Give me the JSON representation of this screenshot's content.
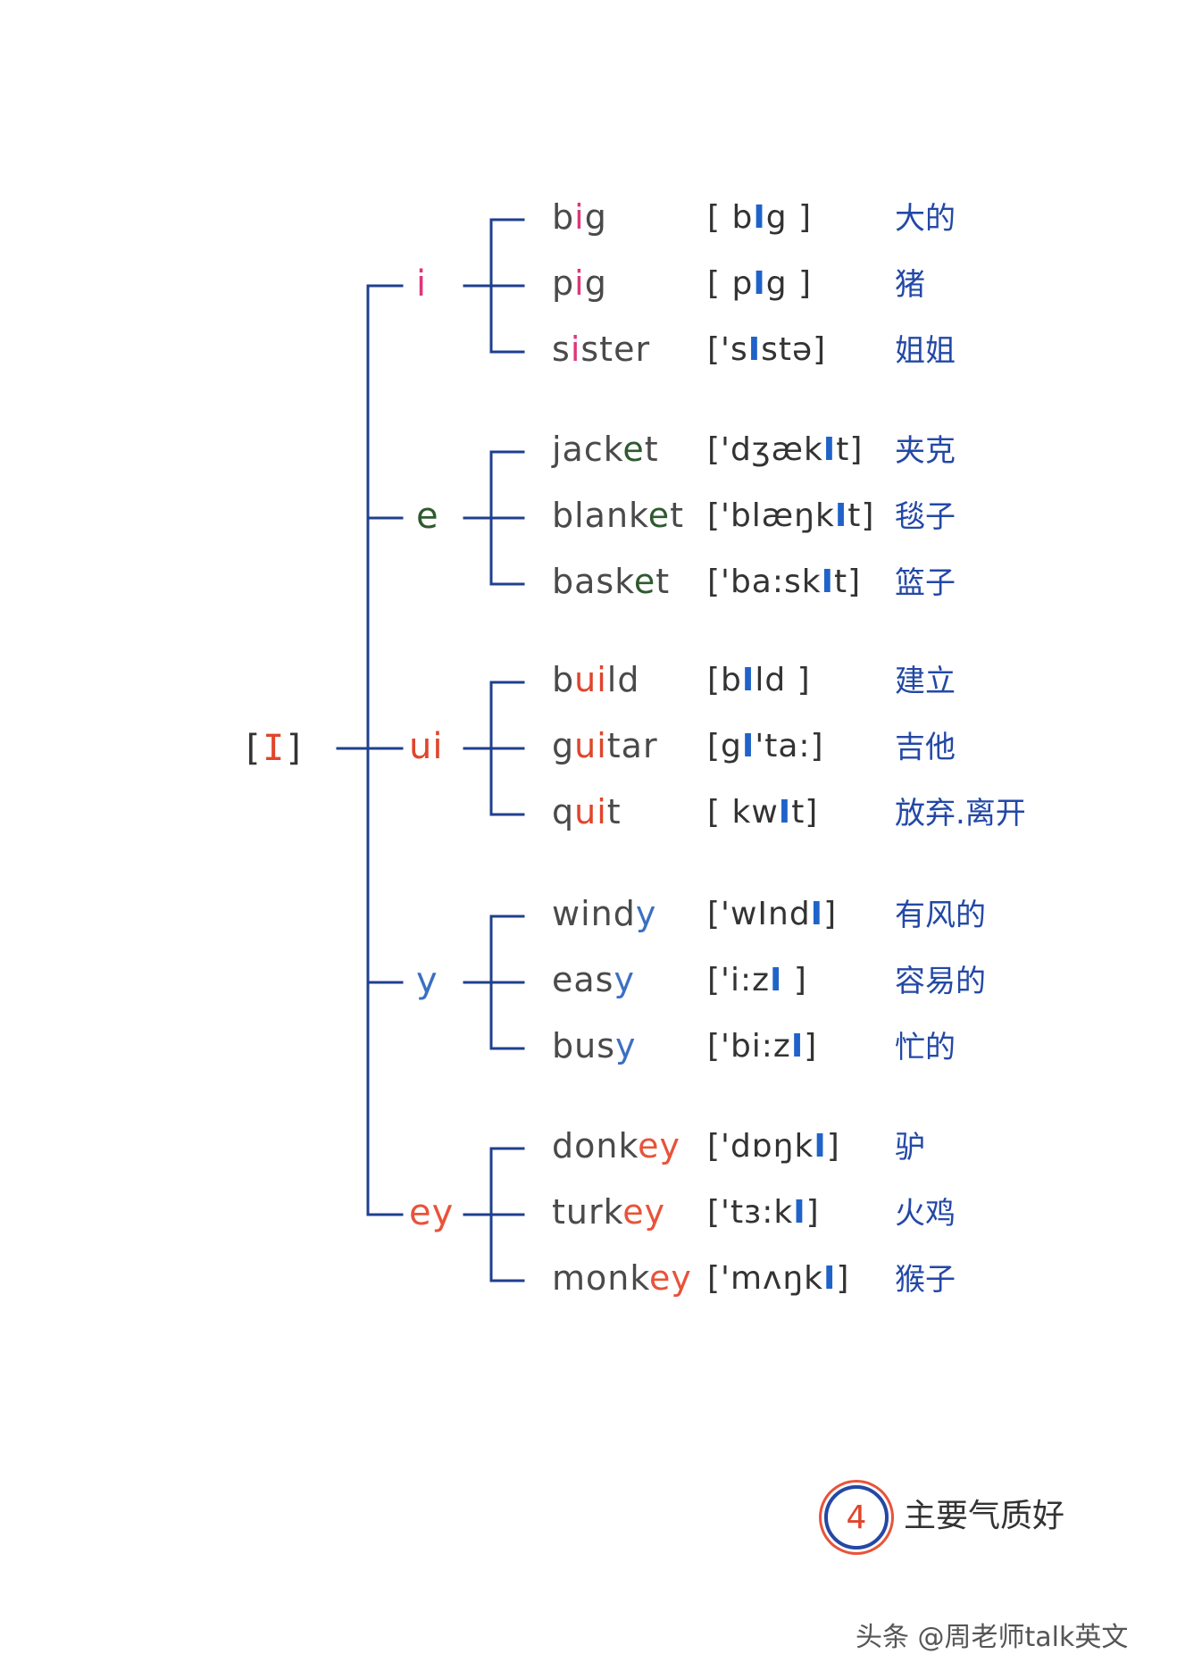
{
  "root": {
    "open": "[",
    "sound": "I",
    "close": "]"
  },
  "groups": [
    {
      "spelling": "i",
      "color": "#e0357a",
      "words": [
        {
          "pre": "b",
          "hi": "i",
          "post": "g",
          "ipa_pre": "[ b",
          "ipa_hi": "I",
          "ipa_post": "g ]",
          "cn": "大的"
        },
        {
          "pre": "p",
          "hi": "i",
          "post": "g",
          "ipa_pre": "[ p",
          "ipa_hi": "I",
          "ipa_post": "g ]",
          "cn": "猪"
        },
        {
          "pre": "s",
          "hi": "i",
          "post": "ster",
          "ipa_pre": "['s",
          "ipa_hi": "I",
          "ipa_post": "stə]",
          "cn": "姐姐"
        }
      ]
    },
    {
      "spelling": "e",
      "color": "#2f5a2f",
      "words": [
        {
          "pre": "jack",
          "hi": "e",
          "post": "t",
          "ipa_pre": "['dʒæk",
          "ipa_hi": "I",
          "ipa_post": "t]",
          "cn": "夹克"
        },
        {
          "pre": "blank",
          "hi": "e",
          "post": "t",
          "ipa_pre": "['blæŋk",
          "ipa_hi": "I",
          "ipa_post": "t]",
          "cn": "毯子"
        },
        {
          "pre": "bask",
          "hi": "e",
          "post": "t",
          "ipa_pre": "['ba:sk",
          "ipa_hi": "I",
          "ipa_post": "t]",
          "cn": "篮子"
        }
      ]
    },
    {
      "spelling": "ui",
      "color": "#e0452b",
      "words": [
        {
          "pre": "b",
          "hi": "ui",
          "post": "ld",
          "ipa_pre": "[b",
          "ipa_hi": "I",
          "ipa_post": "ld ]",
          "cn": "建立"
        },
        {
          "pre": "g",
          "hi": "ui",
          "post": "tar",
          "ipa_pre": "[g",
          "ipa_hi": "I",
          "ipa_post": "'ta:]",
          "cn": "吉他"
        },
        {
          "pre": "q",
          "hi": "ui",
          "post": "t",
          "ipa_pre": "[ kw",
          "ipa_hi": "I",
          "ipa_post": "t]",
          "cn": "放弃.离开"
        }
      ]
    },
    {
      "spelling": "y",
      "color": "#3b6fc4",
      "words": [
        {
          "pre": "wind",
          "hi": "y",
          "post": "",
          "ipa_pre": "['wInd",
          "ipa_hi": "I",
          "ipa_post": "]",
          "cn": "有风的"
        },
        {
          "pre": "eas",
          "hi": "y",
          "post": "",
          "ipa_pre": "['i:z",
          "ipa_hi": "I",
          "ipa_post": " ]",
          "cn": "容易的"
        },
        {
          "pre": "bus",
          "hi": "y",
          "post": "",
          "ipa_pre": "['bi:z",
          "ipa_hi": "I",
          "ipa_post": "]",
          "cn": "忙的"
        }
      ]
    },
    {
      "spelling": "ey",
      "color": "#e8533a",
      "words": [
        {
          "pre": "donk",
          "hi": "ey",
          "post": "",
          "ipa_pre": "['dɒŋk",
          "ipa_hi": "I",
          "ipa_post": "]",
          "cn": "驴"
        },
        {
          "pre": "turk",
          "hi": "ey",
          "post": "",
          "ipa_pre": "['tɜ:k",
          "ipa_hi": "I",
          "ipa_post": "]",
          "cn": "火鸡"
        },
        {
          "pre": "monk",
          "hi": "ey",
          "post": "",
          "ipa_pre": "['mʌŋk",
          "ipa_hi": "I",
          "ipa_post": "]",
          "cn": "猴子"
        }
      ]
    }
  ],
  "page_number": "4",
  "badge": "主要气质好",
  "credit": "头条 @周老师talk英文",
  "colors": {
    "tree_lines": "#1f3f8f",
    "ipa_highlight": "#1f63c9",
    "chinese": "#2348a6"
  }
}
